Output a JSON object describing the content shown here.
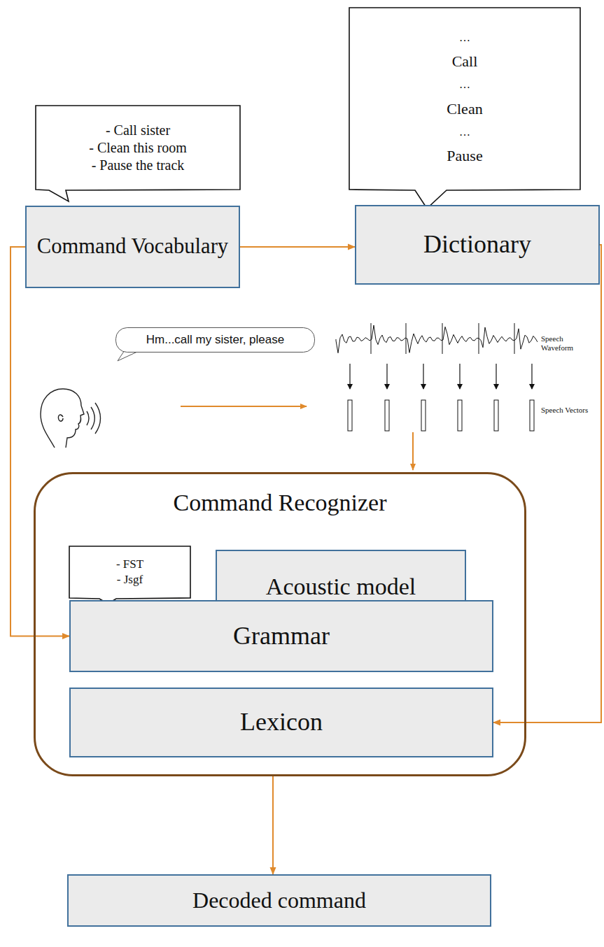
{
  "diagram": {
    "nodes": [
      {
        "text": [
          "- Call sister",
          "- Clean this room",
          "- Pause the track"
        ]
      },
      {
        "text": [
          "…",
          "Call",
          "…",
          "Clean",
          "…",
          "Pause"
        ]
      },
      {
        "text": [
          "Command Vocabulary"
        ]
      },
      {
        "text": [
          "Dictionary"
        ]
      },
      {
        "text": [
          "Hm...call my sister, please"
        ]
      },
      {
        "text": [
          "Command Recognizer"
        ]
      },
      {
        "text": [
          "Acoustic model"
        ],
        "in": 5
      },
      {
        "text": [
          "- FST",
          "- Jsgf"
        ],
        "in": 5
      },
      {
        "text": [
          "Grammar"
        ],
        "in": 5
      },
      {
        "text": [
          "Lexicon"
        ],
        "in": 5
      },
      {
        "text": [
          "Decoded command"
        ]
      }
    ],
    "edges": [
      {
        "from": 2,
        "to": 3,
        "arrow": "to"
      },
      {
        "from": 2,
        "to": 8,
        "arrow": "to"
      },
      {
        "from": 3,
        "to": 9,
        "arrow": "to"
      },
      {
        "from": 5,
        "to": 10,
        "arrow": "to"
      }
    ],
    "labels": [
      "Speech Waveform",
      "Speech Vectors"
    ]
  }
}
